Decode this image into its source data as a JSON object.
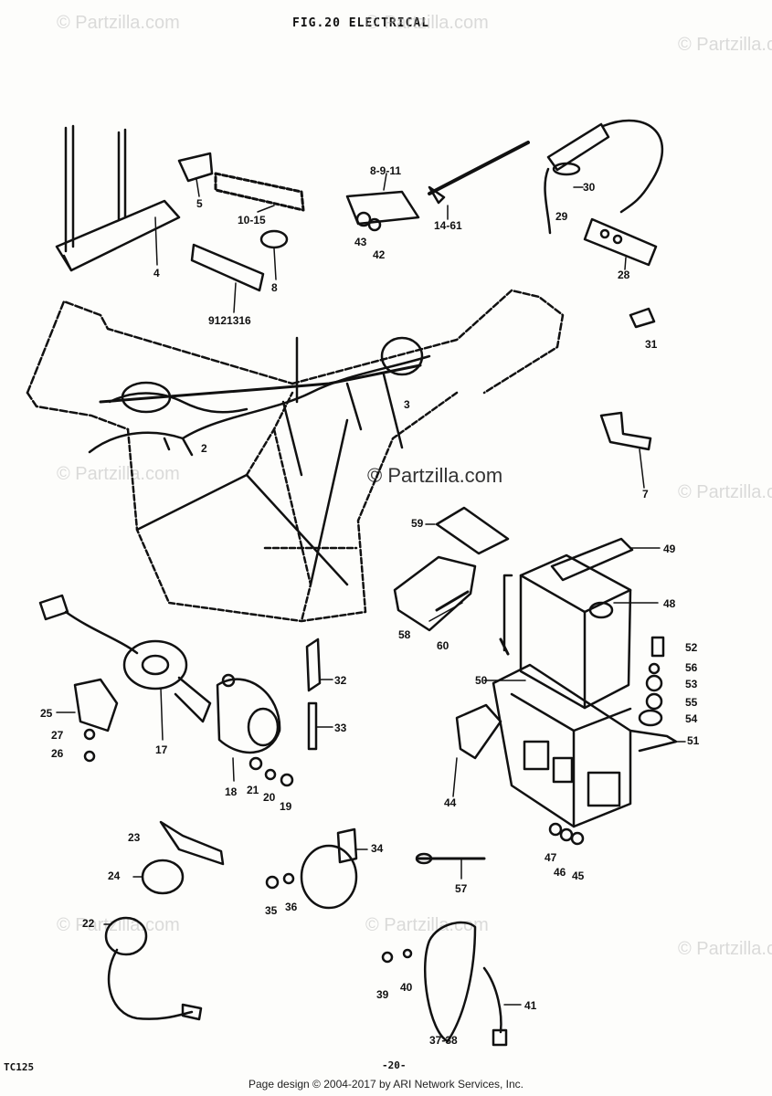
{
  "header": {
    "figure_title": "FIG.20  ELECTRICAL"
  },
  "watermarks": {
    "corner": "© Partzilla.com",
    "center": "© Partzilla.com"
  },
  "callouts": {
    "c4": "4",
    "c5": "5",
    "c1015": "10-15",
    "c8": "8",
    "c9121316": "9121316",
    "c89611": "8-9-11",
    "c43": "43",
    "c42": "42",
    "c1461": "14-61",
    "c30": "30",
    "c29": "29",
    "c28": "28",
    "c31": "31",
    "c2": "2",
    "c3": "3",
    "c7": "7",
    "c59": "59",
    "c49": "49",
    "c48": "48",
    "c58": "58",
    "c60": "60",
    "c52": "52",
    "c56": "56",
    "c50": "50",
    "c53": "53",
    "c55": "55",
    "c54": "54",
    "c51": "51",
    "c44": "44",
    "c47": "47",
    "c46": "46",
    "c45": "45",
    "c32": "32",
    "c33": "33",
    "c25": "25",
    "c27": "27",
    "c26": "26",
    "c17": "17",
    "c18": "18",
    "c21": "21",
    "c20": "20",
    "c19": "19",
    "c23": "23",
    "c24": "24",
    "c22": "22",
    "c34": "34",
    "c35": "35",
    "c36": "36",
    "c57": "57",
    "c39": "39",
    "c40": "40",
    "c41": "41",
    "c3738": "37-38"
  },
  "footer": {
    "model_code": "TC125",
    "page_number": "-20-",
    "copyright": "Page design © 2004-2017 by ARI Network Services, Inc."
  }
}
